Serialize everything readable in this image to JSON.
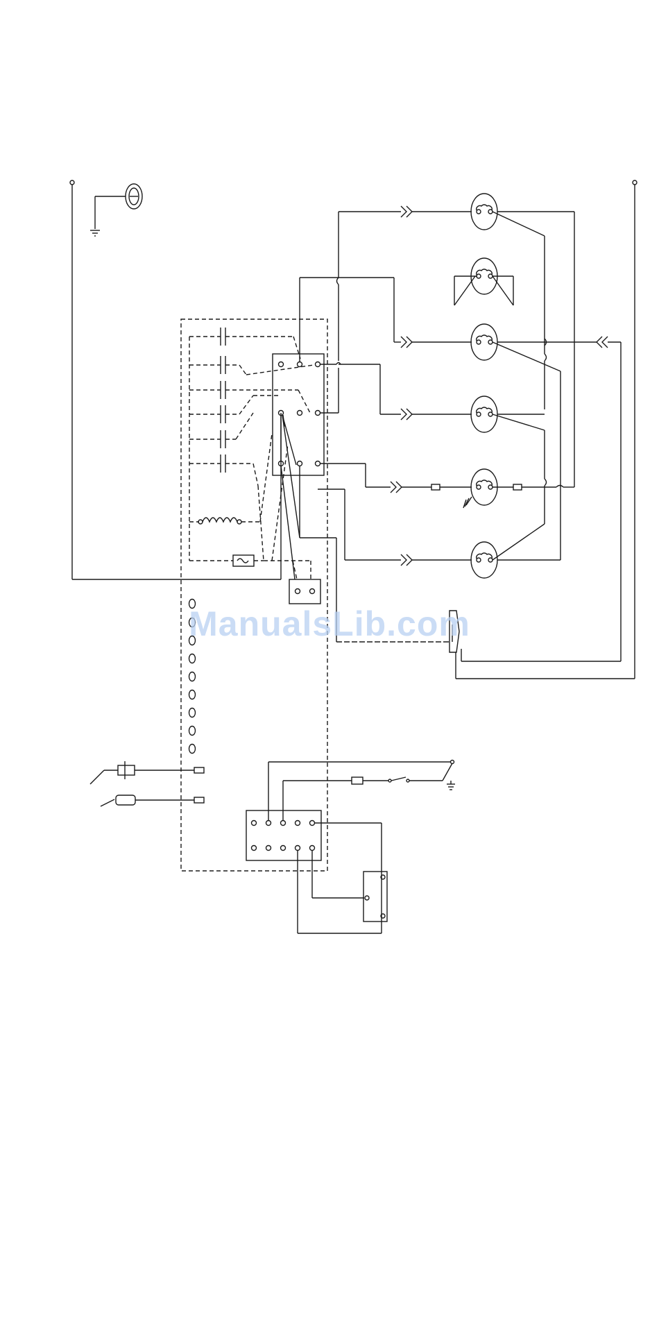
{
  "watermark": {
    "text": "ManualsLib.com"
  },
  "colors": {
    "line": "#1a1a1a",
    "background": "#ffffff",
    "watermark": "#b9d1f2"
  },
  "components": [
    "power-terminal-left",
    "power-terminal-right",
    "ground-symbol",
    "receptacle",
    "control-panel-dashed-box",
    "selector-switch",
    "capacitors",
    "coil-inductor",
    "thermal-fuse",
    "indicator-lights",
    "lamp-sockets",
    "wire-connectors",
    "door-switch",
    "terminal-block",
    "relay",
    "probe-sensors"
  ]
}
